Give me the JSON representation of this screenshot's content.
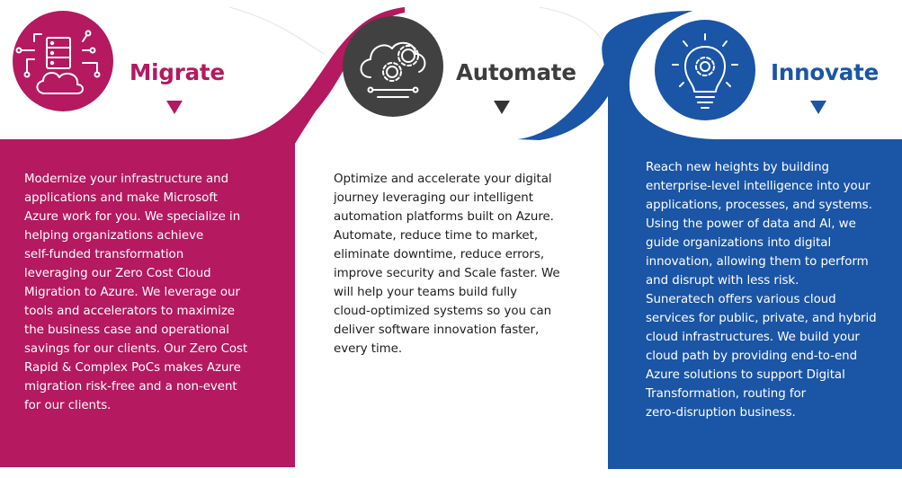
{
  "colors": {
    "migrate": "#b5195f",
    "automate": "#414141",
    "innovate": "#1a55a6"
  },
  "columns": [
    {
      "title": "Migrate",
      "icon": "cloud-server-icon",
      "lines": [
        "Modernize your infrastructure and",
        "applications and make Microsoft",
        "Azure work for you. We specialize in",
        "helping organizations achieve",
        "self-funded transformation",
        "leveraging our Zero Cost Cloud",
        "Migration to Azure. We leverage our",
        "tools and accelerators to maximize",
        "the business case and operational",
        "savings for our clients. Our Zero Cost",
        "Rapid & Complex PoCs makes Azure",
        "migration risk-free and a non-event",
        "for our clients."
      ]
    },
    {
      "title": "Automate",
      "icon": "cloud-gears-icon",
      "lines": [
        "Optimize and accelerate your digital",
        "journey leveraging our intelligent",
        "automation platforms built on Azure.",
        "Automate, reduce time to market,",
        "eliminate downtime, reduce errors,",
        "improve security and Scale faster. We",
        "will help your teams build fully",
        "cloud-optimized systems so you can",
        "deliver software innovation faster,",
        "every time."
      ]
    },
    {
      "title": "Innovate",
      "icon": "lightbulb-gear-icon",
      "lines": [
        "Reach new heights by building",
        "enterprise-level intelligence into your",
        "applications, processes, and systems.",
        "Using the power of data and AI, we",
        "guide organizations into digital",
        "innovation, allowing them to perform",
        "and disrupt with less risk.",
        "Suneratech offers various cloud",
        "services for public, private, and hybrid",
        "cloud infrastructures. We build your",
        "cloud path by providing end-to-end",
        "Azure solutions to support Digital",
        "Transformation, routing for",
        "zero-disruption business."
      ]
    }
  ]
}
